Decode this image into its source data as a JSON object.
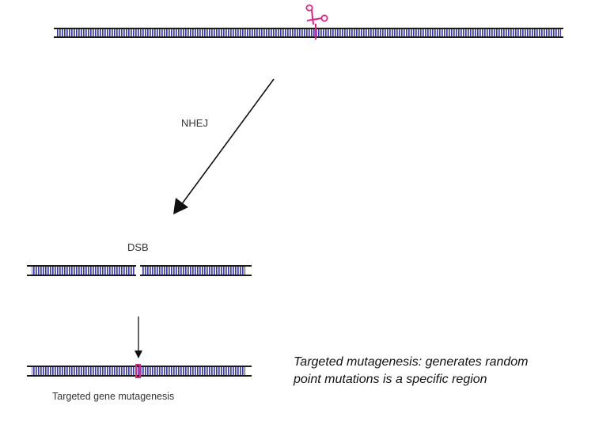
{
  "labels": {
    "nhej": "NHEJ",
    "dsb": "DSB",
    "result": "Targeted gene mutagenesis"
  },
  "annotation": {
    "line1": "Targeted mutagenesis: generates random",
    "line2": "point mutations is a specific region"
  },
  "icons": {
    "cut_tool": "scissors-icon"
  },
  "colors": {
    "strand": "#1a1a1a",
    "rungs": "#3a3aa8",
    "cut_highlight": "#e0218a",
    "arrow": "#111111"
  }
}
